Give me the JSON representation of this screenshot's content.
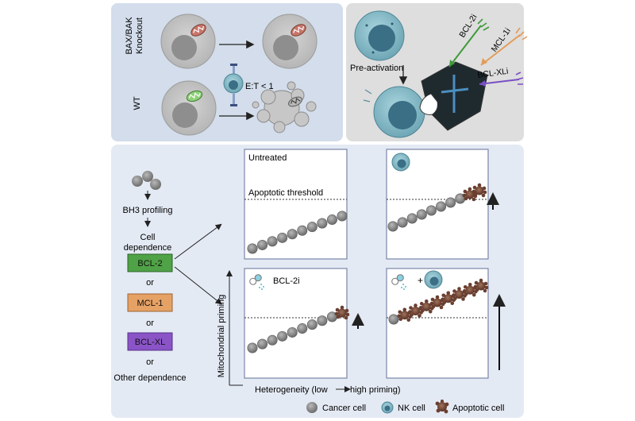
{
  "top_left": {
    "knockout_label": "BAX/BAK\nKnockout",
    "wt_label": "WT",
    "ratio_label": "E:T < 1"
  },
  "top_right": {
    "preactivation_label": "Pre-activation",
    "inhibitors": [
      {
        "label": "BCL-2i",
        "color": "#3f9a3a"
      },
      {
        "label": "MCL-1i",
        "color": "#e29c5a"
      },
      {
        "label": "BCL-XLi",
        "color": "#7a4fc4"
      }
    ]
  },
  "workflow": {
    "bh3_label": "BH3  profiling",
    "cell_dependence_label": "Cell\ndependence",
    "boxes": [
      {
        "label": "BCL-2",
        "color": "#4fa246"
      },
      {
        "label": "MCL-1",
        "color": "#e6a165"
      },
      {
        "label": "BCL-XL",
        "color": "#8a54c7"
      }
    ],
    "or_label": "or",
    "other_label": "Other dependence"
  },
  "panels": {
    "untreated_label": "Untreated",
    "threshold_label": "Apoptotic threshold",
    "bcl2i_label": "BCL-2i",
    "plus_label": "+"
  },
  "axes": {
    "y_label": "Mitochondrial priming",
    "x_label": "Heterogeneity (low",
    "x_label_end": "high priming)"
  },
  "legend": {
    "cancer_label": "Cancer cell",
    "nk_label": "NK cell",
    "apoptotic_label": "Apoptotic cell"
  },
  "colors": {
    "top_left_bg": "#d3ddeb",
    "top_right_bg": "#dedede",
    "bottom_bg": "#e4eaf4",
    "panel_border": "#7a86a8",
    "cancer": "#8a8a8a",
    "nk": "#78aebd",
    "apoptotic": "#7a4a3a"
  }
}
